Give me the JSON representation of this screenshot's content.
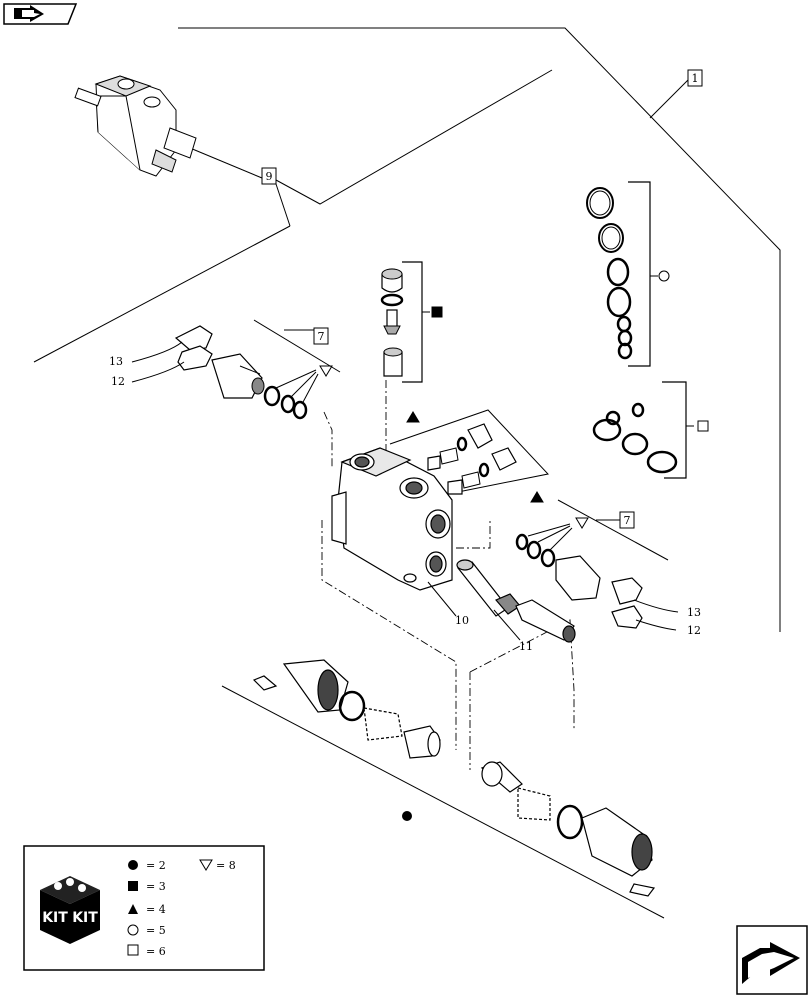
{
  "ref_boxes": {
    "main_assembly": "1",
    "valve_section": "9",
    "seal_kit_left": "7",
    "seal_kit_right": "7"
  },
  "callouts": {
    "left_13": "13",
    "left_12": "12",
    "right_13": "13",
    "right_12": "12",
    "body": "10",
    "spool": "11"
  },
  "legend": {
    "rows": [
      {
        "symbol": "filled-circle",
        "text": "= 2"
      },
      {
        "symbol": "filled-square",
        "text": "= 3"
      },
      {
        "symbol": "filled-triangle",
        "text": "= 4"
      },
      {
        "symbol": "open-circle",
        "text": "= 5"
      },
      {
        "symbol": "open-square",
        "text": "= 6"
      }
    ],
    "extra": {
      "symbol": "open-triangle",
      "text": "= 8"
    },
    "kit_label_a": "KIT",
    "kit_label_b": "KIT"
  },
  "nav": {
    "top_left_icon": "back-arrow-icon",
    "bottom_right_icon": "next-arrow-icon"
  }
}
